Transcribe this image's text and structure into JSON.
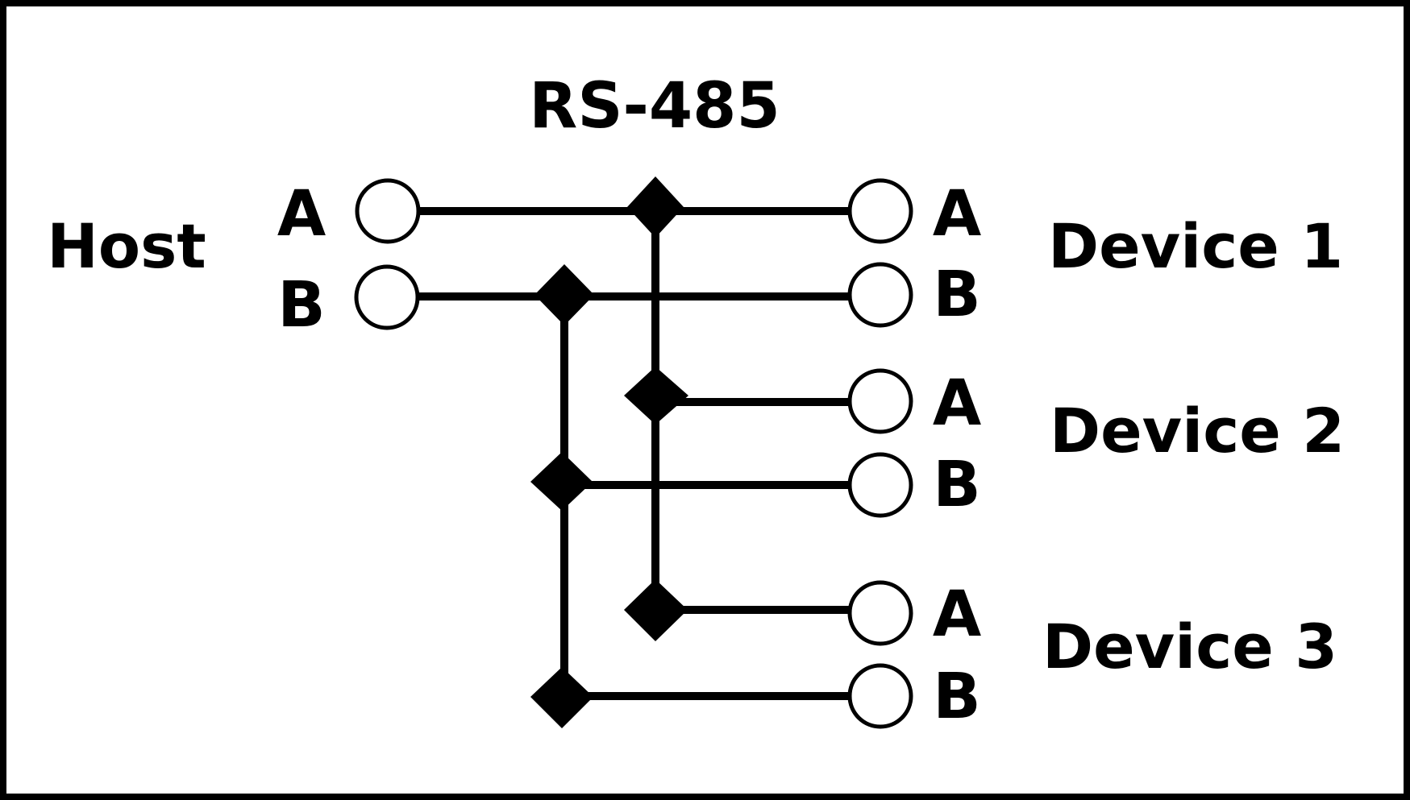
{
  "diagram": {
    "title": "RS-485",
    "host": {
      "label": "Host",
      "pins": [
        {
          "label": "A",
          "line": "A"
        },
        {
          "label": "B",
          "line": "B"
        }
      ]
    },
    "devices": [
      {
        "label": "Device 1",
        "pins": [
          {
            "label": "A",
            "line": "A"
          },
          {
            "label": "B",
            "line": "B"
          }
        ]
      },
      {
        "label": "Device 2",
        "pins": [
          {
            "label": "A",
            "line": "A"
          },
          {
            "label": "B",
            "line": "B"
          }
        ]
      },
      {
        "label": "Device 3",
        "pins": [
          {
            "label": "A",
            "line": "A"
          },
          {
            "label": "B",
            "line": "B"
          }
        ]
      }
    ],
    "bus_lines": [
      "A",
      "B"
    ],
    "colors": {
      "ink": "#000000",
      "background": "#ffffff"
    }
  }
}
